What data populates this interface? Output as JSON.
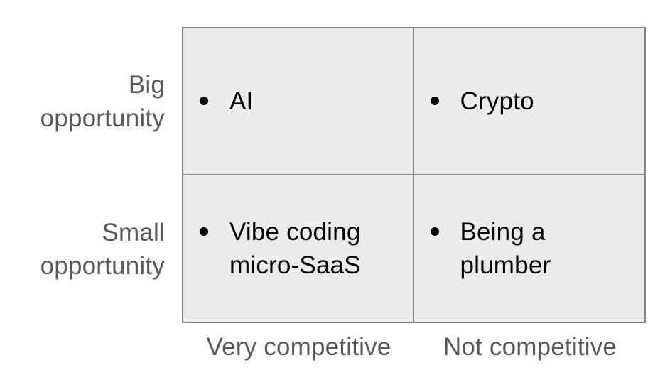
{
  "matrix": {
    "row_labels": [
      {
        "id": "big-opportunity",
        "text": "Big\nopportunity"
      },
      {
        "id": "small-opportunity",
        "text": "Small\nopportunity"
      }
    ],
    "col_labels": [
      {
        "id": "very-competitive",
        "text": "Very competitive"
      },
      {
        "id": "not-competitive",
        "text": "Not competitive"
      }
    ],
    "quadrants": [
      {
        "row": "Big opportunity",
        "col": "Very competitive",
        "item": "AI"
      },
      {
        "row": "Big opportunity",
        "col": "Not competitive",
        "item": "Crypto"
      },
      {
        "row": "Small opportunity",
        "col": "Very competitive",
        "item": "Vibe coding\nmicro-SaaS"
      },
      {
        "row": "Small opportunity",
        "col": "Not competitive",
        "item": "Being a\nplumber"
      }
    ],
    "colors": {
      "cell_bg": "#ebebeb",
      "border": "#858585",
      "label_text": "#595959",
      "item_text": "#000000",
      "bullet": "#000000",
      "page_bg": "#ffffff"
    }
  }
}
